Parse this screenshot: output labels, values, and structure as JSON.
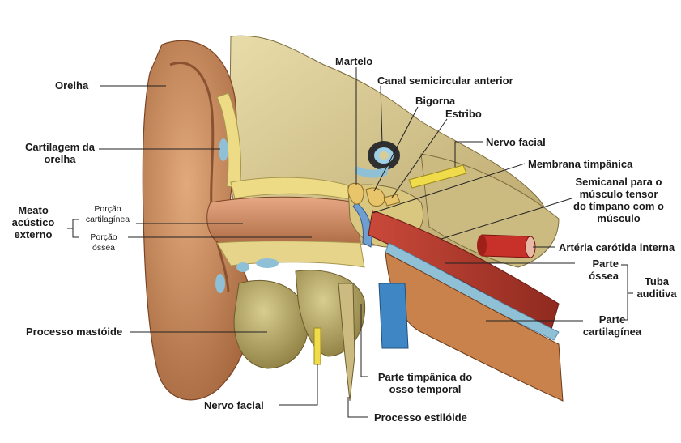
{
  "labels": {
    "orelha": "Orelha",
    "cartilagem_1": "Cartilagem da",
    "cartilagem_2": "orelha",
    "meato_1": "Meato",
    "meato_2": "acústico",
    "meato_3": "externo",
    "porcao_cart_1": "Porção",
    "porcao_cart_2": "cartilagínea",
    "porcao_ossea_1": "Porção",
    "porcao_ossea_2": "óssea",
    "processo_mastoide": "Processo mastóide",
    "nervo_facial_bottom": "Nervo facial",
    "processo_estiloide": "Processo estilóide",
    "parte_timpanica_1": "Parte timpânica do",
    "parte_timpanica_2": "osso temporal",
    "martelo": "Martelo",
    "canal_semicircular": "Canal semicircular anterior",
    "bigorna": "Bigorna",
    "estribo": "Estribo",
    "nervo_facial_top": "Nervo facial",
    "membrana_timpanica": "Membrana timpânica",
    "semicanal_1": "Semicanal para o",
    "semicanal_2": "músculo tensor",
    "semicanal_3": "do tímpano com o",
    "semicanal_4": "músculo",
    "arteria_carotida": "Artéria carótida interna",
    "parte_ossea_1": "Parte",
    "parte_ossea_2": "óssea",
    "tuba_1": "Tuba",
    "tuba_2": "auditiva",
    "parte_cart_1": "Parte",
    "parte_cart_2": "cartilagínea"
  },
  "colors": {
    "skin": "#c98a5e",
    "skin_dark": "#a0643c",
    "cartilage": "#eedc86",
    "bone": "#d9c98f",
    "bone_dark": "#9c8a55",
    "muscle": "#b23a2a",
    "artery": "#c8302a",
    "vein": "#3f86c4",
    "nerve": "#e8d23a",
    "canal_blue": "#8fc0d6",
    "leader": "#222222"
  }
}
